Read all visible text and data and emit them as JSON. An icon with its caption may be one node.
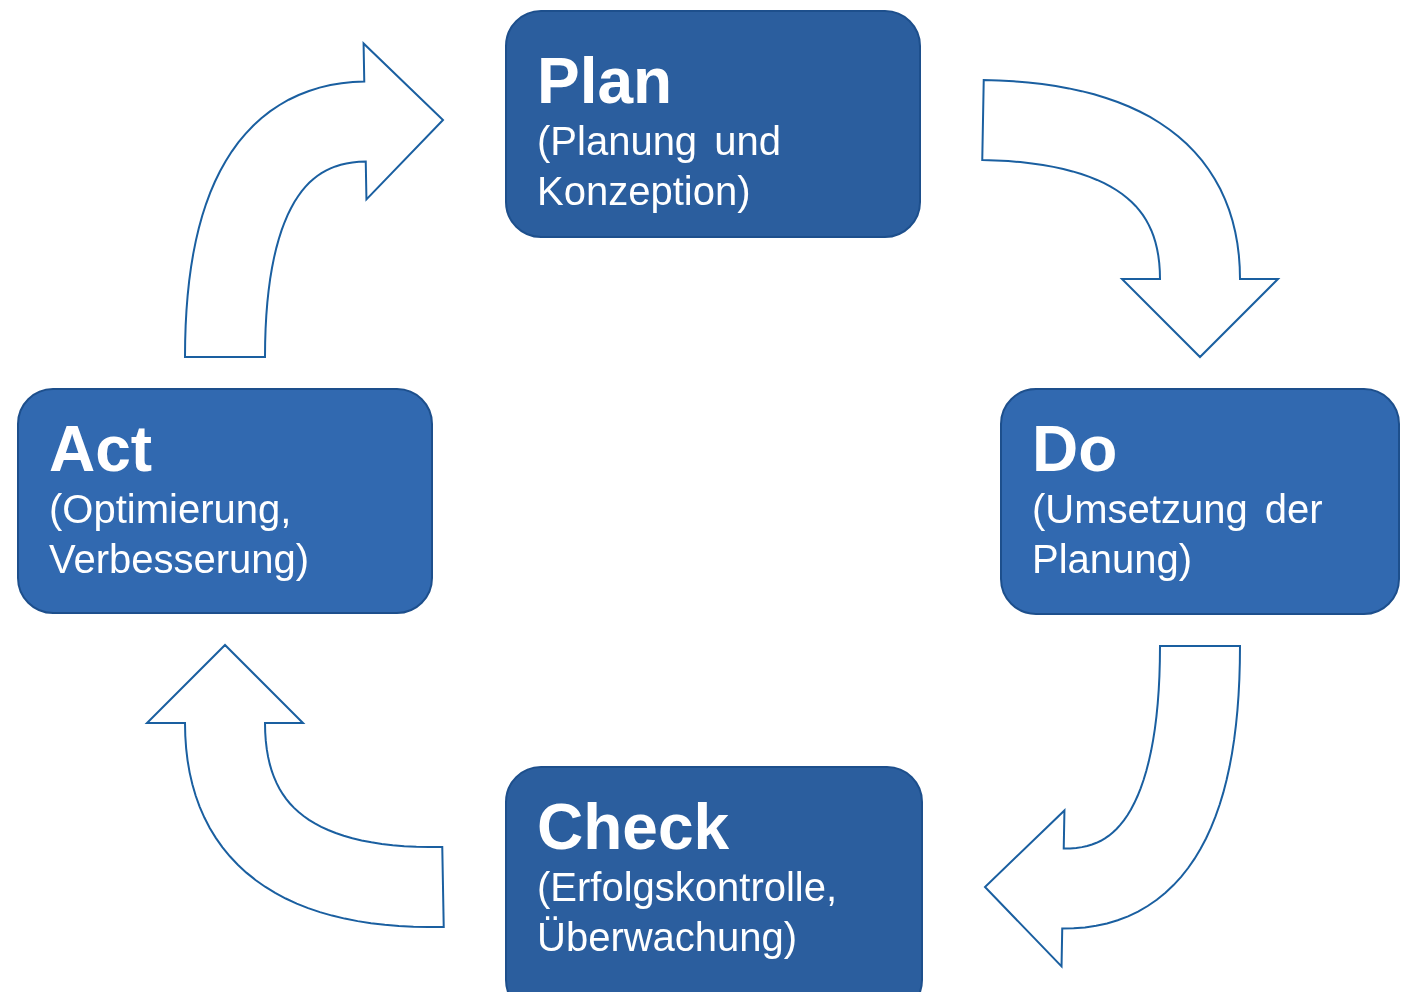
{
  "diagram": {
    "nodes": [
      {
        "text": [
          "Plan",
          "(Planung und Konzeption)"
        ]
      },
      {
        "text": [
          "Do",
          "(Umsetzung der Planung)"
        ]
      },
      {
        "text": [
          "Check",
          "(Erfolgskontrolle, Überwachung)"
        ]
      },
      {
        "text": [
          "Act",
          "(Optimierung, Verbesserung)"
        ]
      }
    ],
    "edges": [
      {
        "from": 0,
        "to": 1,
        "arrow": "to"
      },
      {
        "from": 1,
        "to": 2,
        "arrow": "to"
      },
      {
        "from": 2,
        "to": 3,
        "arrow": "to"
      },
      {
        "from": 3,
        "to": 0,
        "arrow": "to"
      }
    ]
  }
}
